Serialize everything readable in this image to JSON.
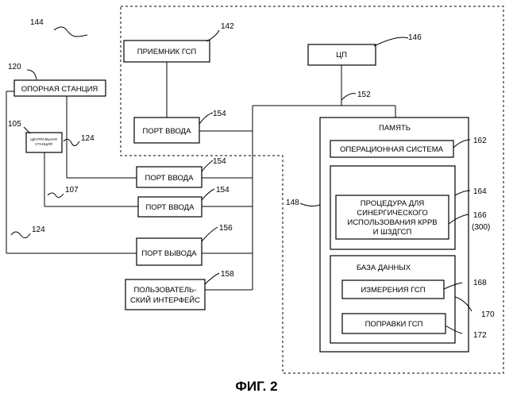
{
  "boxes": {
    "gps_receiver": "ПРИЕМНИК ГСП",
    "cpu": "ЦП",
    "reference_station": "ОПОРНАЯ СТАНЦИЯ",
    "central_station": [
      "ЦЕНТРАЛЬНАЯ",
      "СТАНЦИЯ"
    ],
    "input_port_top": "ПОРТ ВВОДА",
    "input_port_2": "ПОРТ ВВОДА",
    "input_port_3": "ПОРТ ВВОДА",
    "output_port": "ПОРТ ВЫВОДА",
    "user_interface": [
      "ПОЛЬЗОВАТЕЛЬ-",
      "СКИЙ ИНТЕРФЕЙС"
    ],
    "memory": "ПАМЯТЬ",
    "os": "ОПЕРАЦИОННАЯ СИСТЕМА",
    "procedure": [
      "ПРОЦЕДУРА ДЛЯ",
      "СИНЕРГИЧЕСКОГО",
      "ИСПОЛЬЗОВАНИЯ КРРВ",
      "И ШЗДГСП"
    ],
    "database": "БАЗА ДАННЫХ",
    "gps_measurements": "ИЗМЕРЕНИЯ ГСП",
    "gps_corrections": "ПОПРАВКИ ГСП"
  },
  "refs": {
    "r144": "144",
    "r142": "142",
    "r146": "146",
    "r120": "120",
    "r152": "152",
    "r154a": "154",
    "r154b": "154",
    "r154c": "154",
    "r105": "105",
    "r124a": "124",
    "r124b": "124",
    "r107": "107",
    "r162": "162",
    "r148": "148",
    "r164": "164",
    "r166": "166",
    "r300": "(300)",
    "r156": "156",
    "r158": "158",
    "r168": "168",
    "r170": "170",
    "r172": "172"
  },
  "caption": "ФИГ. 2"
}
